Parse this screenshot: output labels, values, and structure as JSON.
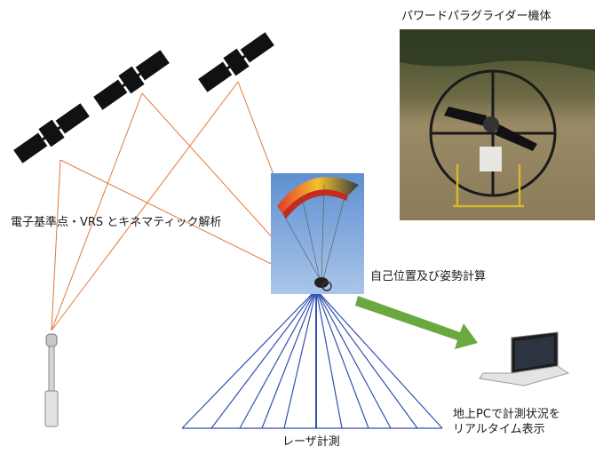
{
  "labels": {
    "aircraft_photo_title": "パワードパラグライダー機体",
    "gnss_analysis": "電子基準点・VRS とキネマティック解析",
    "self_position": "自己位置及び姿勢計算",
    "laser_measurement": "レーザ計測",
    "ground_pc_line1": "地上PCで計測状況を",
    "ground_pc_line2": "リアルタイム表示"
  },
  "colors": {
    "satellite_link": "#e07a3a",
    "laser_beam": "#3050b0",
    "data_arrow": "#6aa840",
    "satellite_body": "#111111",
    "sky": "#7aa6dc"
  },
  "icons": [
    "satellite-icon",
    "gnss-antenna-icon",
    "laptop-icon",
    "paraglider-photo",
    "aircraft-photo"
  ]
}
